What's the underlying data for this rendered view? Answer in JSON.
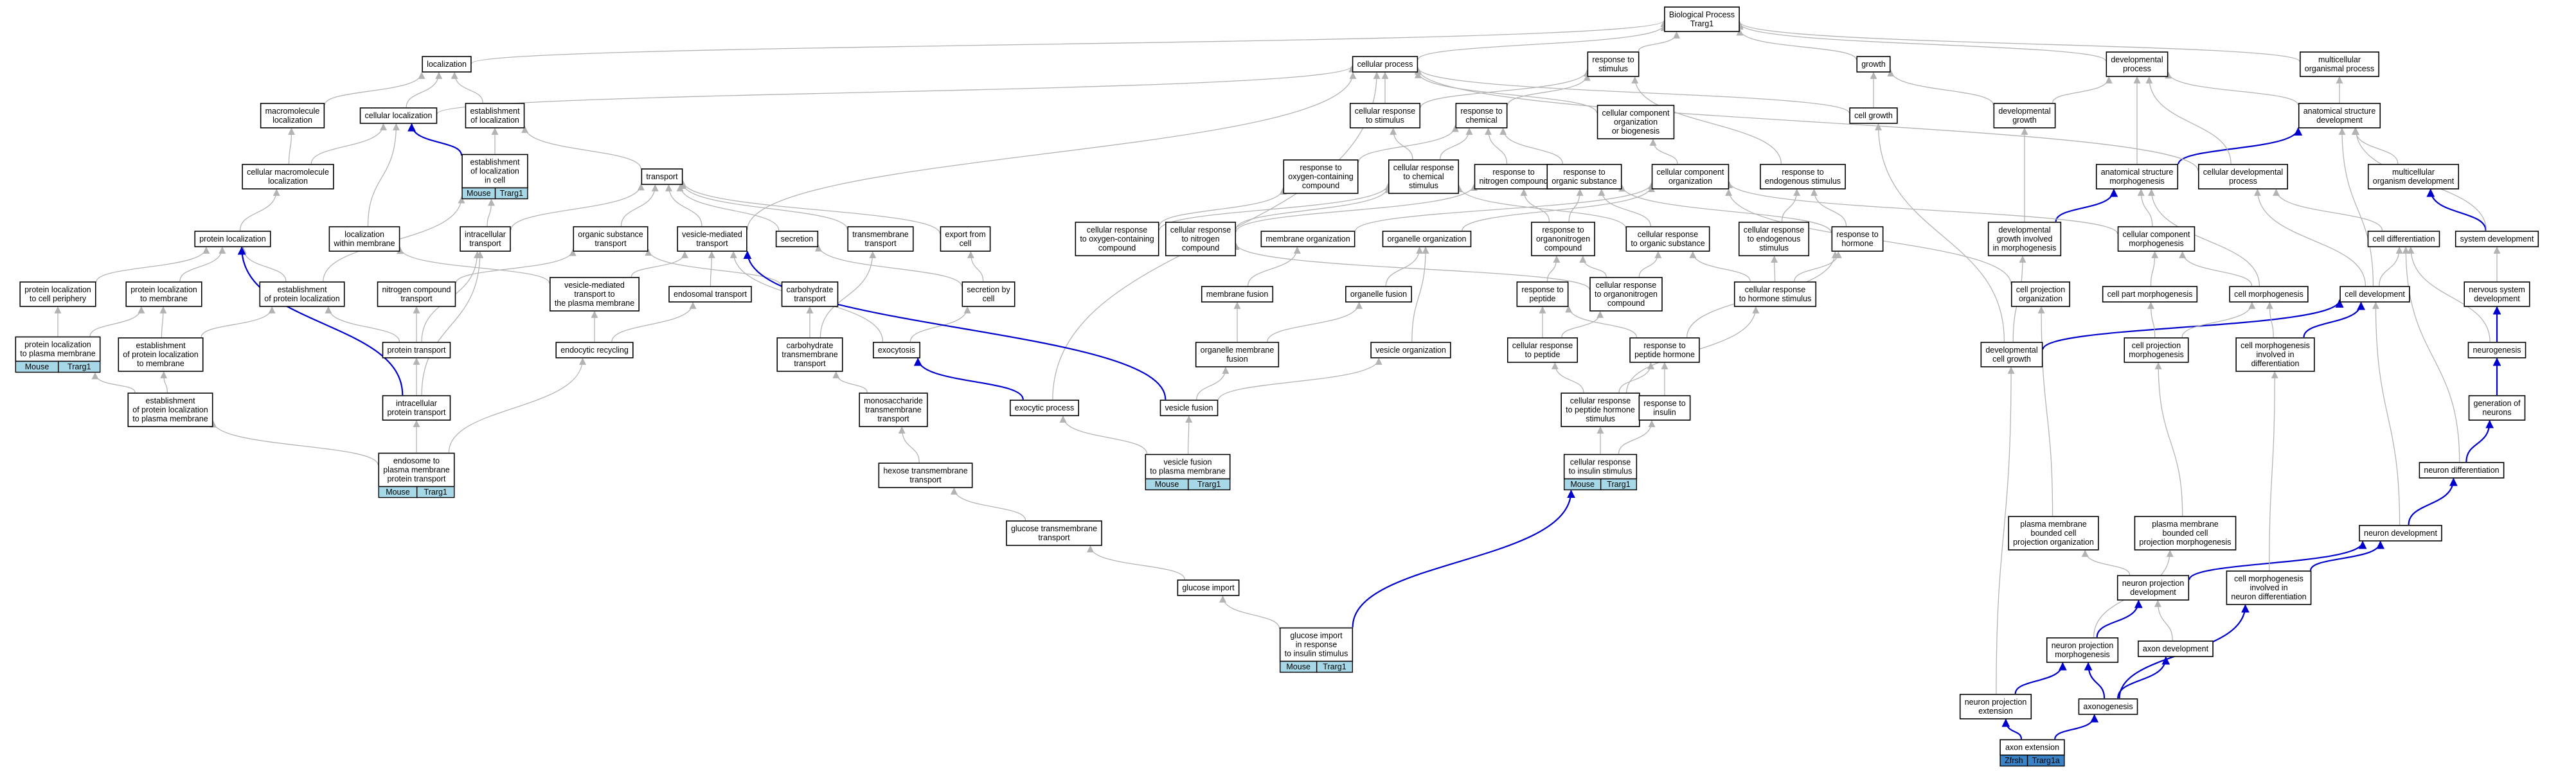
{
  "colors": {
    "edge_gray": "#b3b3b3",
    "edge_blue": "#0000cc",
    "tag_light": "#a6d8e8",
    "tag_dark": "#3a83c7"
  },
  "nodes": [
    {
      "id": "bp",
      "lines": [
        "Biological Process",
        "Trarg1"
      ]
    },
    {
      "id": "loc",
      "lines": [
        "localization"
      ]
    },
    {
      "id": "cellproc",
      "lines": [
        "cellular process"
      ]
    },
    {
      "id": "resp_stim",
      "lines": [
        "response to",
        "stimulus"
      ]
    },
    {
      "id": "growth",
      "lines": [
        "growth"
      ]
    },
    {
      "id": "devproc",
      "lines": [
        "developmental",
        "process"
      ]
    },
    {
      "id": "multiproc",
      "lines": [
        "multicellular",
        "organismal process"
      ]
    },
    {
      "id": "macroloc",
      "lines": [
        "macromolecule",
        "localization"
      ]
    },
    {
      "id": "cellloc",
      "lines": [
        "cellular localization"
      ]
    },
    {
      "id": "estloc",
      "lines": [
        "establishment",
        "of localization"
      ]
    },
    {
      "id": "cellresp_stim",
      "lines": [
        "cellular response",
        "to stimulus"
      ]
    },
    {
      "id": "resp_chem",
      "lines": [
        "response to",
        "chemical"
      ]
    },
    {
      "id": "ccorg",
      "lines": [
        "cellular component",
        "organization",
        "or biogenesis"
      ]
    },
    {
      "id": "cellgrowth",
      "lines": [
        "cell growth"
      ]
    },
    {
      "id": "devgrowth",
      "lines": [
        "developmental",
        "growth"
      ]
    },
    {
      "id": "anatdev",
      "lines": [
        "anatomical structure",
        "development"
      ]
    },
    {
      "id": "cellmacroloc",
      "lines": [
        "cellular macromolecule",
        "localization"
      ]
    },
    {
      "id": "estlocincell",
      "lines": [
        "establishment",
        "of localization",
        "in cell"
      ],
      "tags": [
        "Mouse",
        "Trarg1"
      ]
    },
    {
      "id": "transport",
      "lines": [
        "transport"
      ]
    },
    {
      "id": "resp_oxy",
      "lines": [
        "response to",
        "oxygen-containing",
        "compound"
      ]
    },
    {
      "id": "cellresp_chem",
      "lines": [
        "cellular response",
        "to chemical",
        "stimulus"
      ]
    },
    {
      "id": "resp_nitro",
      "lines": [
        "response to",
        "nitrogen compound"
      ]
    },
    {
      "id": "resp_org",
      "lines": [
        "response to",
        "organic substance"
      ]
    },
    {
      "id": "ccorg2",
      "lines": [
        "cellular component",
        "organization"
      ]
    },
    {
      "id": "resp_endo",
      "lines": [
        "response to",
        "endogenous stimulus"
      ]
    },
    {
      "id": "anatmorph",
      "lines": [
        "anatomical structure",
        "morphogenesis"
      ]
    },
    {
      "id": "celldevproc",
      "lines": [
        "cellular developmental",
        "process"
      ]
    },
    {
      "id": "multidev",
      "lines": [
        "multicellular",
        "organism development"
      ]
    },
    {
      "id": "protloc",
      "lines": [
        "protein localization"
      ]
    },
    {
      "id": "locwithinmem",
      "lines": [
        "localization",
        "within membrane"
      ]
    },
    {
      "id": "intracelltrans",
      "lines": [
        "intracellular",
        "transport"
      ]
    },
    {
      "id": "orgsubtrans",
      "lines": [
        "organic substance",
        "transport"
      ]
    },
    {
      "id": "vesmedtrans",
      "lines": [
        "vesicle-mediated",
        "transport"
      ]
    },
    {
      "id": "secretion",
      "lines": [
        "secretion"
      ]
    },
    {
      "id": "tmtrans",
      "lines": [
        "transmembrane",
        "transport"
      ]
    },
    {
      "id": "exportcell",
      "lines": [
        "export from",
        "cell"
      ]
    },
    {
      "id": "cellresp_oxy",
      "lines": [
        "cellular response",
        "to oxygen-containing",
        "compound"
      ]
    },
    {
      "id": "cellresp_nitro",
      "lines": [
        "cellular response",
        "to nitrogen",
        "compound"
      ]
    },
    {
      "id": "memorg",
      "lines": [
        "membrane organization"
      ]
    },
    {
      "id": "orgorg",
      "lines": [
        "organelle organization"
      ]
    },
    {
      "id": "resp_orgnitro",
      "lines": [
        "response to",
        "organonitrogen",
        "compound"
      ]
    },
    {
      "id": "cellresp_org",
      "lines": [
        "cellular response",
        "to organic substance"
      ]
    },
    {
      "id": "cellresp_endo",
      "lines": [
        "cellular response",
        "to endogenous",
        "stimulus"
      ]
    },
    {
      "id": "resp_hormone",
      "lines": [
        "response to",
        "hormone"
      ]
    },
    {
      "id": "devgrowthmorph",
      "lines": [
        "developmental",
        "growth involved",
        "in morphogenesis"
      ]
    },
    {
      "id": "ccmorph",
      "lines": [
        "cellular component",
        "morphogenesis"
      ]
    },
    {
      "id": "celldiff",
      "lines": [
        "cell differentiation"
      ]
    },
    {
      "id": "sysdev",
      "lines": [
        "system development"
      ]
    },
    {
      "id": "protloc_periph",
      "lines": [
        "protein localization",
        "to cell periphery"
      ]
    },
    {
      "id": "protloc_mem",
      "lines": [
        "protein localization",
        "to membrane"
      ]
    },
    {
      "id": "estprotloc",
      "lines": [
        "establishment",
        "of protein localization"
      ]
    },
    {
      "id": "nitrotrans",
      "lines": [
        "nitrogen compound",
        "transport"
      ]
    },
    {
      "id": "vesmedpm",
      "lines": [
        "vesicle-mediated",
        "transport to",
        "the plasma membrane"
      ]
    },
    {
      "id": "endotrans",
      "lines": [
        "endosomal transport"
      ]
    },
    {
      "id": "carbtrans",
      "lines": [
        "carbohydrate",
        "transport"
      ]
    },
    {
      "id": "secbycell",
      "lines": [
        "secretion by",
        "cell"
      ]
    },
    {
      "id": "memfusion",
      "lines": [
        "membrane fusion"
      ]
    },
    {
      "id": "orgfusion",
      "lines": [
        "organelle fusion"
      ]
    },
    {
      "id": "resp_peptide",
      "lines": [
        "response to",
        "peptide"
      ]
    },
    {
      "id": "cellresp_orgnitro",
      "lines": [
        "cellular response",
        "to organonitrogen",
        "compound"
      ]
    },
    {
      "id": "cellresp_hormone",
      "lines": [
        "cellular response",
        "to hormone stimulus"
      ]
    },
    {
      "id": "cellprojorg",
      "lines": [
        "cell projection",
        "organization"
      ]
    },
    {
      "id": "cellpartmorph",
      "lines": [
        "cell part morphogenesis"
      ]
    },
    {
      "id": "cellmorph",
      "lines": [
        "cell morphogenesis"
      ]
    },
    {
      "id": "celldev",
      "lines": [
        "cell development"
      ]
    },
    {
      "id": "nervdev",
      "lines": [
        "nervous system",
        "development"
      ]
    },
    {
      "id": "protloc_pm",
      "lines": [
        "protein localization",
        "to plasma membrane"
      ],
      "tags": [
        "Mouse",
        "Trarg1"
      ]
    },
    {
      "id": "estprotloc_mem",
      "lines": [
        "establishment",
        "of protein localization",
        "to membrane"
      ]
    },
    {
      "id": "prottrans",
      "lines": [
        "protein transport"
      ]
    },
    {
      "id": "endorecyc",
      "lines": [
        "endocytic recycling"
      ]
    },
    {
      "id": "carbtmtrans",
      "lines": [
        "carbohydrate",
        "transmembrane",
        "transport"
      ]
    },
    {
      "id": "exocytosis",
      "lines": [
        "exocytosis"
      ]
    },
    {
      "id": "orgmemfusion",
      "lines": [
        "organelle membrane",
        "fusion"
      ]
    },
    {
      "id": "vesorg",
      "lines": [
        "vesicle organization"
      ]
    },
    {
      "id": "cellresp_peptide",
      "lines": [
        "cellular response",
        "to peptide"
      ]
    },
    {
      "id": "resp_pephormone",
      "lines": [
        "response to",
        "peptide hormone"
      ]
    },
    {
      "id": "devcellgrowth",
      "lines": [
        "developmental",
        "cell growth"
      ]
    },
    {
      "id": "cellprojmorph",
      "lines": [
        "cell projection",
        "morphogenesis"
      ]
    },
    {
      "id": "cellmorphdiff",
      "lines": [
        "cell morphogenesis",
        "involved in",
        "differentiation"
      ]
    },
    {
      "id": "neurogenesis",
      "lines": [
        "neurogenesis"
      ]
    },
    {
      "id": "estprotloc_pm",
      "lines": [
        "establishment",
        "of protein localization",
        "to plasma membrane"
      ]
    },
    {
      "id": "intracellprottrans",
      "lines": [
        "intracellular",
        "protein transport"
      ]
    },
    {
      "id": "monotmtrans",
      "lines": [
        "monosaccharide",
        "transmembrane",
        "transport"
      ]
    },
    {
      "id": "exocytproc",
      "lines": [
        "exocytic process"
      ]
    },
    {
      "id": "vesfusion",
      "lines": [
        "vesicle fusion"
      ]
    },
    {
      "id": "cellresp_pephormone",
      "lines": [
        "cellular response",
        "to peptide hormone",
        "stimulus"
      ]
    },
    {
      "id": "resp_insulin",
      "lines": [
        "response to",
        "insulin"
      ]
    },
    {
      "id": "genneurons",
      "lines": [
        "generation of",
        "neurons"
      ]
    },
    {
      "id": "endo_pm",
      "lines": [
        "endosome to",
        "plasma membrane",
        "protein transport"
      ],
      "tags": [
        "Mouse",
        "Trarg1"
      ]
    },
    {
      "id": "vesfusion_pm",
      "lines": [
        "vesicle fusion",
        "to plasma membrane"
      ],
      "tags": [
        "Mouse",
        "Trarg1"
      ]
    },
    {
      "id": "cellresp_insulin",
      "lines": [
        "cellular response",
        "to insulin stimulus"
      ],
      "tags": [
        "Mouse",
        "Trarg1"
      ]
    },
    {
      "id": "hexosetm",
      "lines": [
        "hexose transmembrane",
        "transport"
      ]
    },
    {
      "id": "neurondiff",
      "lines": [
        "neuron differentiation"
      ]
    },
    {
      "id": "glucosetm",
      "lines": [
        "glucose transmembrane",
        "transport"
      ]
    },
    {
      "id": "pmbcellprojorg",
      "lines": [
        "plasma membrane",
        "bounded cell",
        "projection organization"
      ]
    },
    {
      "id": "pmbcellprojmorph",
      "lines": [
        "plasma membrane",
        "bounded cell",
        "projection morphogenesis"
      ]
    },
    {
      "id": "neurondev",
      "lines": [
        "neuron development"
      ]
    },
    {
      "id": "glucoseimport",
      "lines": [
        "glucose import"
      ]
    },
    {
      "id": "neuronprojdev",
      "lines": [
        "neuron projection",
        "development"
      ]
    },
    {
      "id": "cellmorphneuron",
      "lines": [
        "cell morphogenesis",
        "involved in",
        "neuron differentiation"
      ]
    },
    {
      "id": "neuronprojmorph",
      "lines": [
        "neuron projection",
        "morphogenesis"
      ]
    },
    {
      "id": "axondev",
      "lines": [
        "axon development"
      ]
    },
    {
      "id": "glucoseimportinsulin",
      "lines": [
        "glucose import",
        "in response",
        "to insulin stimulus"
      ],
      "tags": [
        "Mouse",
        "Trarg1"
      ]
    },
    {
      "id": "neuronprojext",
      "lines": [
        "neuron projection",
        "extension"
      ]
    },
    {
      "id": "axonogenesis",
      "lines": [
        "axonogenesis"
      ]
    },
    {
      "id": "axonext",
      "lines": [
        "axon extension"
      ],
      "tags": [
        "Zfrsh",
        "Trarg1a"
      ],
      "tag_style": "dark"
    }
  ]
}
